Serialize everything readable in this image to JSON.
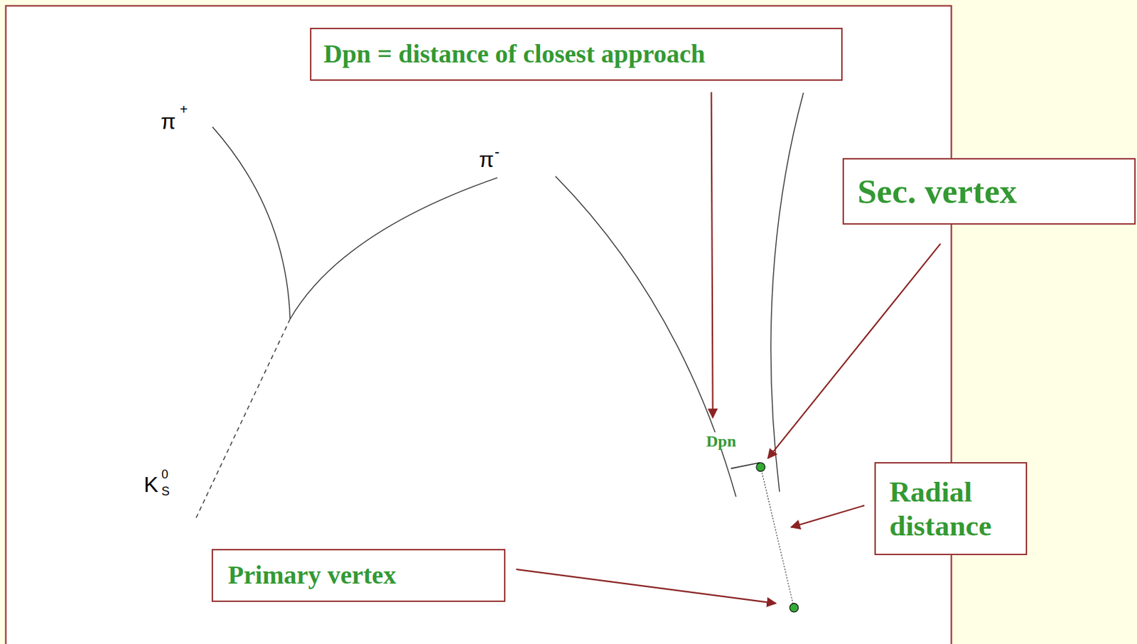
{
  "diagram": {
    "nodes": [
      {
        "text": [
          "Dpn = distance of closest approach"
        ]
      },
      {
        "text": [
          "Sec. vertex"
        ]
      },
      {
        "text": [
          "Radial distance"
        ]
      },
      {
        "text": [
          "Primary vertex"
        ]
      }
    ],
    "labels": [
      "π",
      "+",
      "π",
      "-",
      "K",
      "0",
      "S",
      "Dpn"
    ]
  }
}
